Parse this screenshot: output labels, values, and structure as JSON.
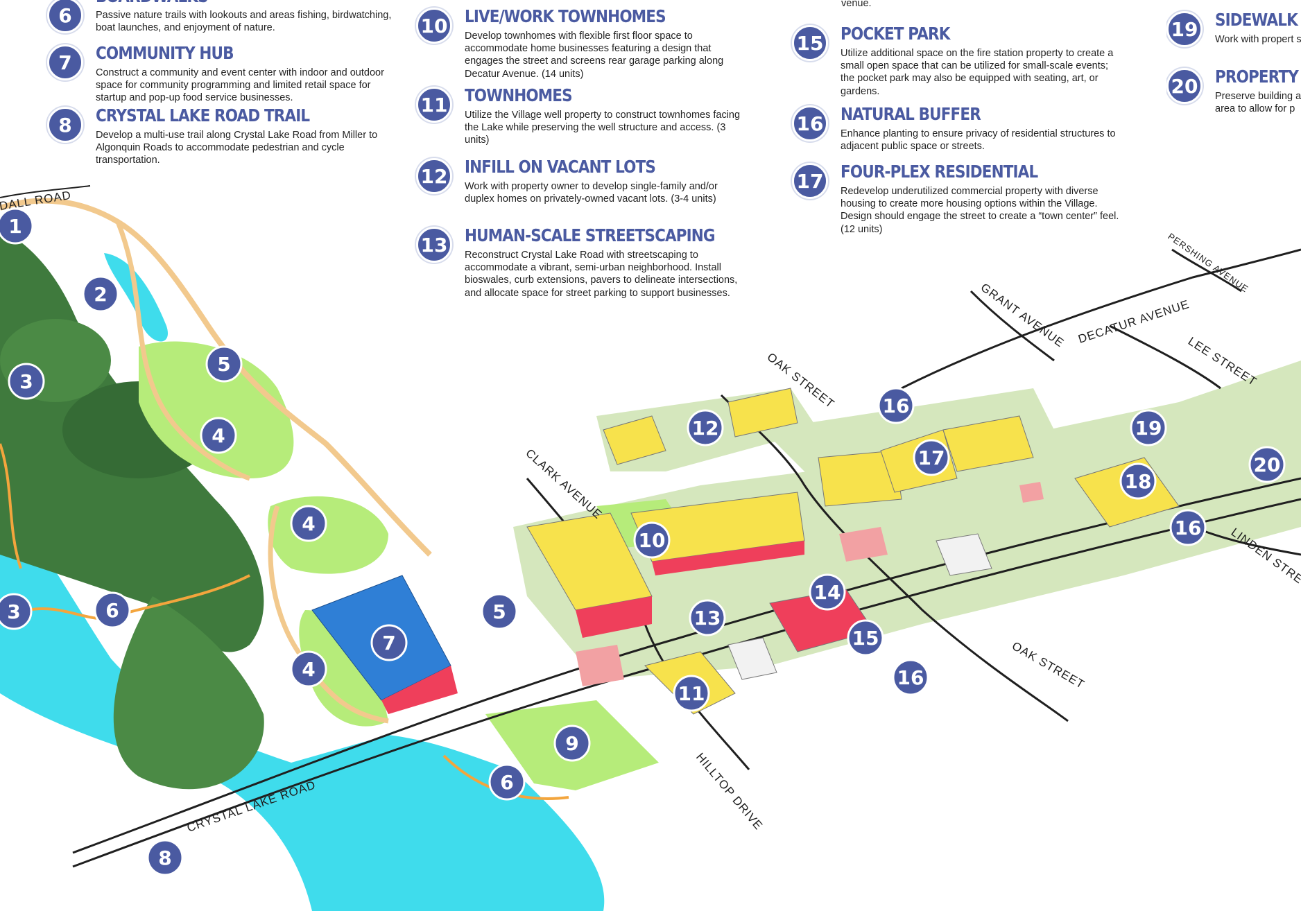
{
  "legend": [
    {
      "id": "6",
      "title": "BOARDWALKS",
      "desc": "Passive nature trails with lookouts and areas fishing, birdwatching, boat launches, and enjoyment of nature."
    },
    {
      "id": "7",
      "title": "COMMUNITY HUB",
      "desc": "Construct a community and event center with indoor and outdoor space for community programming and limited retail space for startup and pop-up food service businesses."
    },
    {
      "id": "8",
      "title": "CRYSTAL LAKE ROAD TRAIL",
      "desc": "Develop a multi-use trail along Crystal Lake Road from Miller to Algonquin Roads to accommodate pedestrian and cycle transportation."
    },
    {
      "id": "10",
      "title": "LIVE/WORK TOWNHOMES",
      "desc": "Develop townhomes with flexible first floor space to accommodate home businesses featuring a design that engages the street and screens rear garage parking along Decatur Avenue. (14 units)"
    },
    {
      "id": "11",
      "title": "TOWNHOMES",
      "desc": "Utilize the Village well property to construct townhomes facing the Lake while preserving the well structure and access. (3 units)"
    },
    {
      "id": "12",
      "title": "INFILL ON VACANT LOTS",
      "desc": "Work with property owner to develop single-family and/or duplex homes on privately-owned vacant lots. (3-4 units)"
    },
    {
      "id": "13",
      "title": "HUMAN-SCALE STREETSCAPING",
      "desc": "Reconstruct Crystal Lake Road with streetscaping to accommodate a vibrant, semi-urban neighborhood. Install bioswales, curb extensions, pavers to delineate intersections, and allocate space for street parking to support businesses."
    },
    {
      "id": "15",
      "title": "POCKET PARK",
      "desc": "Utilize additional space on the fire station property to create a small open space that can be utilized for small-scale events; the pocket park may also be equipped with seating, art, or gardens."
    },
    {
      "id": "16",
      "title": "NATURAL BUFFER",
      "desc": "Enhance planting to ensure privacy of residential structures to adjacent public space or streets."
    },
    {
      "id": "17",
      "title": "FOUR-PLEX RESIDENTIAL",
      "desc": "Redevelop underutilized commercial property with diverse housing to create more housing options within the Village. Design should engage the street to create a “town center” feel. (12 units)"
    },
    {
      "id": "19",
      "title": "SIDEWALK EX",
      "desc": "Work with propert sides of Crystal Lak"
    },
    {
      "id": "20",
      "title": "PROPERTY OV",
      "desc": "Preserve building a area to allow for p"
    }
  ],
  "fragments": {
    "venue": "venue."
  },
  "streets": {
    "crystal_lake_road": "CRYSTAL LAKE ROAD",
    "randall_road": "DALL ROAD",
    "clark_avenue": "CLARK AVENUE",
    "oak_street_north": "OAK STREET",
    "oak_street_south": "OAK STREET",
    "hilltop_drive": "HILLTOP DRIVE",
    "grant_avenue": "GRANT AVENUE",
    "decatur_avenue": "DECATUR AVENUE",
    "lee_street": "LEE STREET",
    "pershing_avenue": "PERSHING AVENUE",
    "linden_street": "LINDEN STRE"
  },
  "map_markers": [
    {
      "label": "1"
    },
    {
      "label": "2"
    },
    {
      "label": "3"
    },
    {
      "label": "3"
    },
    {
      "label": "4"
    },
    {
      "label": "4"
    },
    {
      "label": "4"
    },
    {
      "label": "5"
    },
    {
      "label": "5"
    },
    {
      "label": "6"
    },
    {
      "label": "6"
    },
    {
      "label": "7"
    },
    {
      "label": "8"
    },
    {
      "label": "9"
    },
    {
      "label": "10"
    },
    {
      "label": "11"
    },
    {
      "label": "12"
    },
    {
      "label": "13"
    },
    {
      "label": "14"
    },
    {
      "label": "15"
    },
    {
      "label": "16"
    },
    {
      "label": "16"
    },
    {
      "label": "16"
    },
    {
      "label": "17"
    },
    {
      "label": "18"
    },
    {
      "label": "19"
    },
    {
      "label": "20"
    }
  ],
  "colors": {
    "badge": "#4a5aa1",
    "water": "#3fdcec",
    "park": "#b6ec7a",
    "ground": "#d5e7bd",
    "forest": "#3f7a3d",
    "path": "#f2c98d",
    "trail_orange": "#f3a53d",
    "townhome_yellow": "#f7e24c",
    "retail_red": "#ef3f5b",
    "community_blue": "#2f7fd6",
    "intersection": "#f2a1a3"
  }
}
